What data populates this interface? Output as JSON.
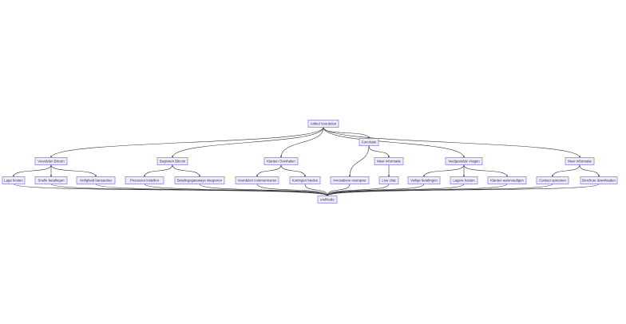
{
  "nodes": [
    {
      "id": "root",
      "label": "Artikel Voordelen"
    },
    {
      "id": "voordelen",
      "label": "Voordelen Bitcoin"
    },
    {
      "id": "beginnen",
      "label": "Beginnen Bitcoin"
    },
    {
      "id": "klanten",
      "label": "Klanten Overhalen"
    },
    {
      "id": "conclusie",
      "label": "Conclusie"
    },
    {
      "id": "vragen",
      "label": "Veelgestelde Vragen"
    },
    {
      "id": "meer2",
      "label": "Meer informatie"
    },
    {
      "id": "lage",
      "label": "Lage kosten"
    },
    {
      "id": "snelle",
      "label": "Snelle betalingen"
    },
    {
      "id": "veiligheid",
      "label": "Veiligheid transacties"
    },
    {
      "id": "processor",
      "label": "Processor instellen"
    },
    {
      "id": "betaal",
      "label": "Betalingsgateways integreren"
    },
    {
      "id": "voordelen_com",
      "label": "Voordelen communiceren"
    },
    {
      "id": "kortingen",
      "label": "Kortingen bieden"
    },
    {
      "id": "innovatieve",
      "label": "Innovatieve voorsprer"
    },
    {
      "id": "meer1",
      "label": "Meer informatie"
    },
    {
      "id": "live",
      "label": "Live chat"
    },
    {
      "id": "veilige",
      "label": "Veilige betalingen"
    },
    {
      "id": "lagere",
      "label": "Lagere kosten"
    },
    {
      "id": "klanten_aan",
      "label": "Klanten aanmoedigen"
    },
    {
      "id": "contact",
      "label": "Contact opnemen"
    },
    {
      "id": "brochure",
      "label": "Brochure downloaden"
    },
    {
      "id": "eind",
      "label": "endNode"
    }
  ],
  "edges": [
    [
      "root",
      "voordelen"
    ],
    [
      "root",
      "beginnen"
    ],
    [
      "root",
      "klanten"
    ],
    [
      "root",
      "conclusie"
    ],
    [
      "root",
      "vragen"
    ],
    [
      "root",
      "meer2"
    ],
    [
      "voordelen",
      "lage"
    ],
    [
      "voordelen",
      "snelle"
    ],
    [
      "voordelen",
      "veiligheid"
    ],
    [
      "beginnen",
      "processor"
    ],
    [
      "beginnen",
      "betaal"
    ],
    [
      "klanten",
      "voordelen_com"
    ],
    [
      "klanten",
      "kortingen"
    ],
    [
      "conclusie",
      "innovatieve"
    ],
    [
      "conclusie",
      "meer1"
    ],
    [
      "meer1",
      "live"
    ],
    [
      "vragen",
      "veilige"
    ],
    [
      "vragen",
      "lagere"
    ],
    [
      "vragen",
      "klanten_aan"
    ],
    [
      "meer2",
      "contact"
    ],
    [
      "meer2",
      "brochure"
    ],
    [
      "lage",
      "eind"
    ],
    [
      "snelle",
      "eind"
    ],
    [
      "veiligheid",
      "eind"
    ],
    [
      "processor",
      "eind"
    ],
    [
      "betaal",
      "eind"
    ],
    [
      "voordelen_com",
      "eind"
    ],
    [
      "kortingen",
      "eind"
    ],
    [
      "innovatieve",
      "eind"
    ],
    [
      "live",
      "eind"
    ],
    [
      "veilige",
      "eind"
    ],
    [
      "lagere",
      "eind"
    ],
    [
      "klanten_aan",
      "eind"
    ],
    [
      "contact",
      "eind"
    ],
    [
      "brochure",
      "eind"
    ]
  ],
  "colors": {
    "node_fill": "#ECECFF",
    "node_stroke": "#9370DB",
    "edge": "#333333",
    "text": "#333333"
  }
}
